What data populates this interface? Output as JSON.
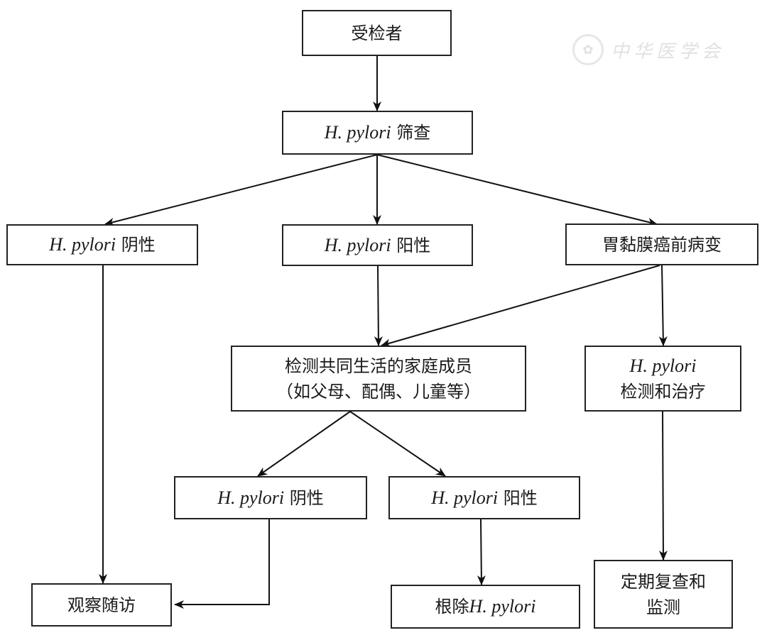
{
  "watermark": {
    "icon": "society-seal-icon",
    "text": "中华医学会"
  },
  "nodes": {
    "subject": {
      "zh": "受检者"
    },
    "screening": {
      "it": "H. pylori",
      "zh": " 筛查"
    },
    "negative": {
      "it": "H. pylori",
      "zh": " 阴性"
    },
    "positive": {
      "it": "H. pylori",
      "zh": " 阳性"
    },
    "precancer": {
      "zh": "胃黏膜癌前病变"
    },
    "family": {
      "line1": "检测共同生活的家庭成员",
      "line2": "（如父母、配偶、儿童等）"
    },
    "detect_treat": {
      "it": "H. pylori",
      "zh": "检测和治疗"
    },
    "family_negative": {
      "it": "H. pylori",
      "zh": " 阴性"
    },
    "family_positive": {
      "it": "H. pylori",
      "zh": " 阳性"
    },
    "followup": {
      "zh": "观察随访"
    },
    "eradicate": {
      "zh": "根除",
      "it": "H. pylori"
    },
    "monitor": {
      "line1": "定期复查和",
      "line2": "监测"
    }
  },
  "edges": [
    {
      "from": "subject",
      "to": "screening"
    },
    {
      "from": "screening",
      "to": "negative"
    },
    {
      "from": "screening",
      "to": "positive"
    },
    {
      "from": "screening",
      "to": "precancer"
    },
    {
      "from": "negative",
      "to": "followup"
    },
    {
      "from": "positive",
      "to": "family"
    },
    {
      "from": "precancer",
      "to": "family"
    },
    {
      "from": "precancer",
      "to": "detect_treat"
    },
    {
      "from": "family",
      "to": "family_negative"
    },
    {
      "from": "family",
      "to": "family_positive"
    },
    {
      "from": "family_negative",
      "to": "followup"
    },
    {
      "from": "family_positive",
      "to": "eradicate"
    },
    {
      "from": "detect_treat",
      "to": "monitor"
    }
  ]
}
